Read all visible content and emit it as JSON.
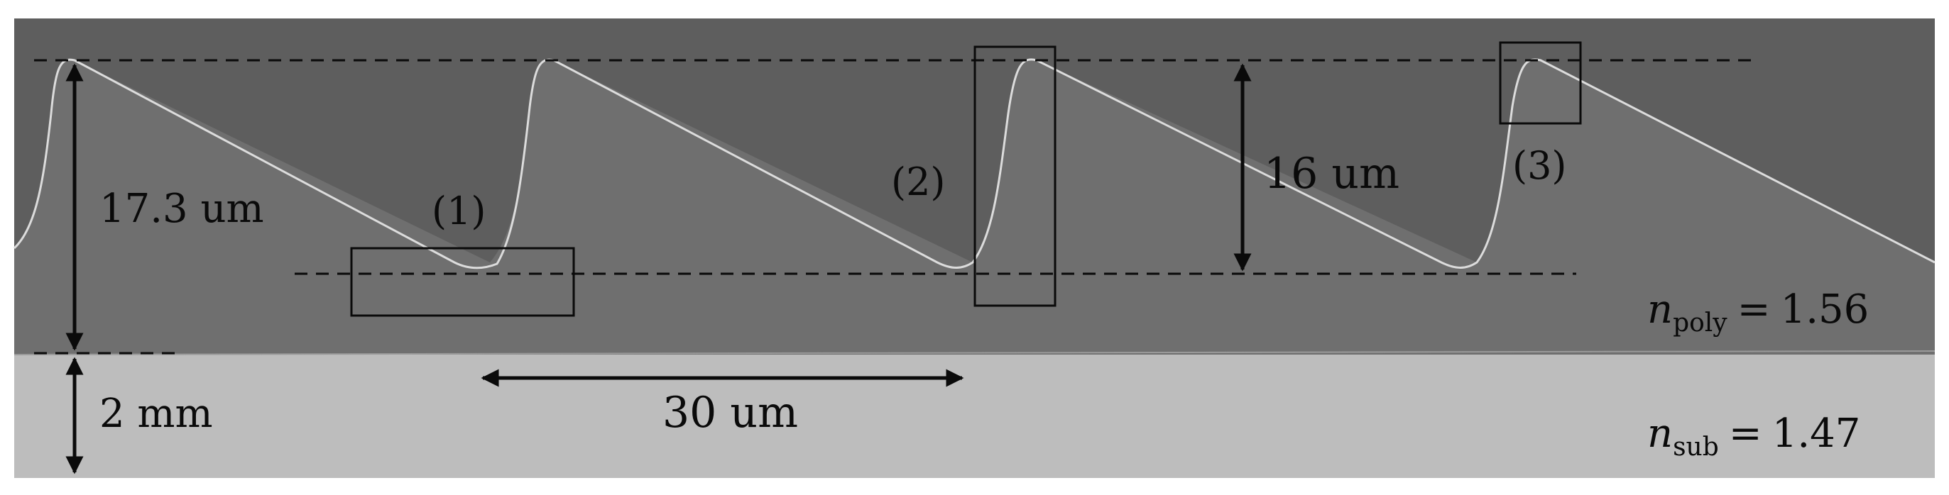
{
  "image": {
    "type": "SEM cross-section micrograph of sawtooth (blazed) grating",
    "colors": {
      "page_background": "#ffffff",
      "polymer_layer": "#6f6f6f",
      "substrate_layer": "#bdbdbd",
      "grating_edge": "#dcdcdc",
      "annotation": "#0a0a0a"
    }
  },
  "labels": {
    "total_height": "17.3 um",
    "tooth_height": "16 um",
    "substrate_thickness": "2 mm",
    "period": "30 um",
    "region_1": "(1)",
    "region_2": "(2)",
    "region_3": "(3)"
  },
  "refractive_indices": {
    "poly": {
      "symbol": "n",
      "subscript": "poly",
      "relation": "=",
      "value": "1.56"
    },
    "sub": {
      "symbol": "n",
      "subscript": "sub",
      "relation": "=",
      "value": "1.47"
    }
  }
}
